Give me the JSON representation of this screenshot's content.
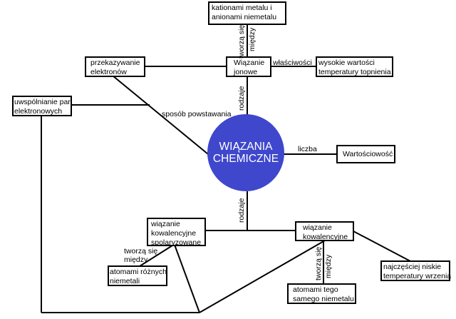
{
  "central_node": {
    "line1": "WIĄZANIA",
    "line2": "CHEMICZNE",
    "color": "#3f47cc"
  },
  "nodes": {
    "kationy": {
      "line1": "kationami metalu i",
      "line2": "anionami niemetalu"
    },
    "jonowe": {
      "line1": "Wiązanie",
      "line2": "jonowe"
    },
    "przekazywanie": {
      "line1": "przekazywanie",
      "line2": "elektronów"
    },
    "wysokie": {
      "line1": "wysokie wartości",
      "line2": "temperatury topnienia"
    },
    "uwspolnianie": {
      "line1": "uwspólnianie par",
      "line2": "elektronowych"
    },
    "wartosciowosc": {
      "line1": "Wartościowość"
    },
    "spolaryzowane": {
      "line1": "wiązanie",
      "line2": "kowalencyjne",
      "line3": "spolaryzowane"
    },
    "kowalencyjne": {
      "line1": "wiązanie",
      "line2": "kowalencyjne"
    },
    "rozne": {
      "line1": "atomami różnych",
      "line2": "niemetali"
    },
    "tego_samego": {
      "line1": "atomami tego",
      "line2": "samego niemetalu"
    },
    "niskie": {
      "line1": "najczęściej niskie",
      "line2": "temperatury wrzenia"
    }
  },
  "edge_labels": {
    "tworza_sie_top": "tworzą się",
    "miedzy_top": "między",
    "wlasciwosci": "właściwości",
    "rodzaje_top": "rodzaje",
    "sposob": "sposób powstawania",
    "liczba": "liczba",
    "rodzaje_bottom": "rodzaje",
    "tworza_sie_left": "tworzą się",
    "miedzy_left": "między",
    "tworza_sie_right": "tworzą się",
    "miedzy_right": "między"
  }
}
